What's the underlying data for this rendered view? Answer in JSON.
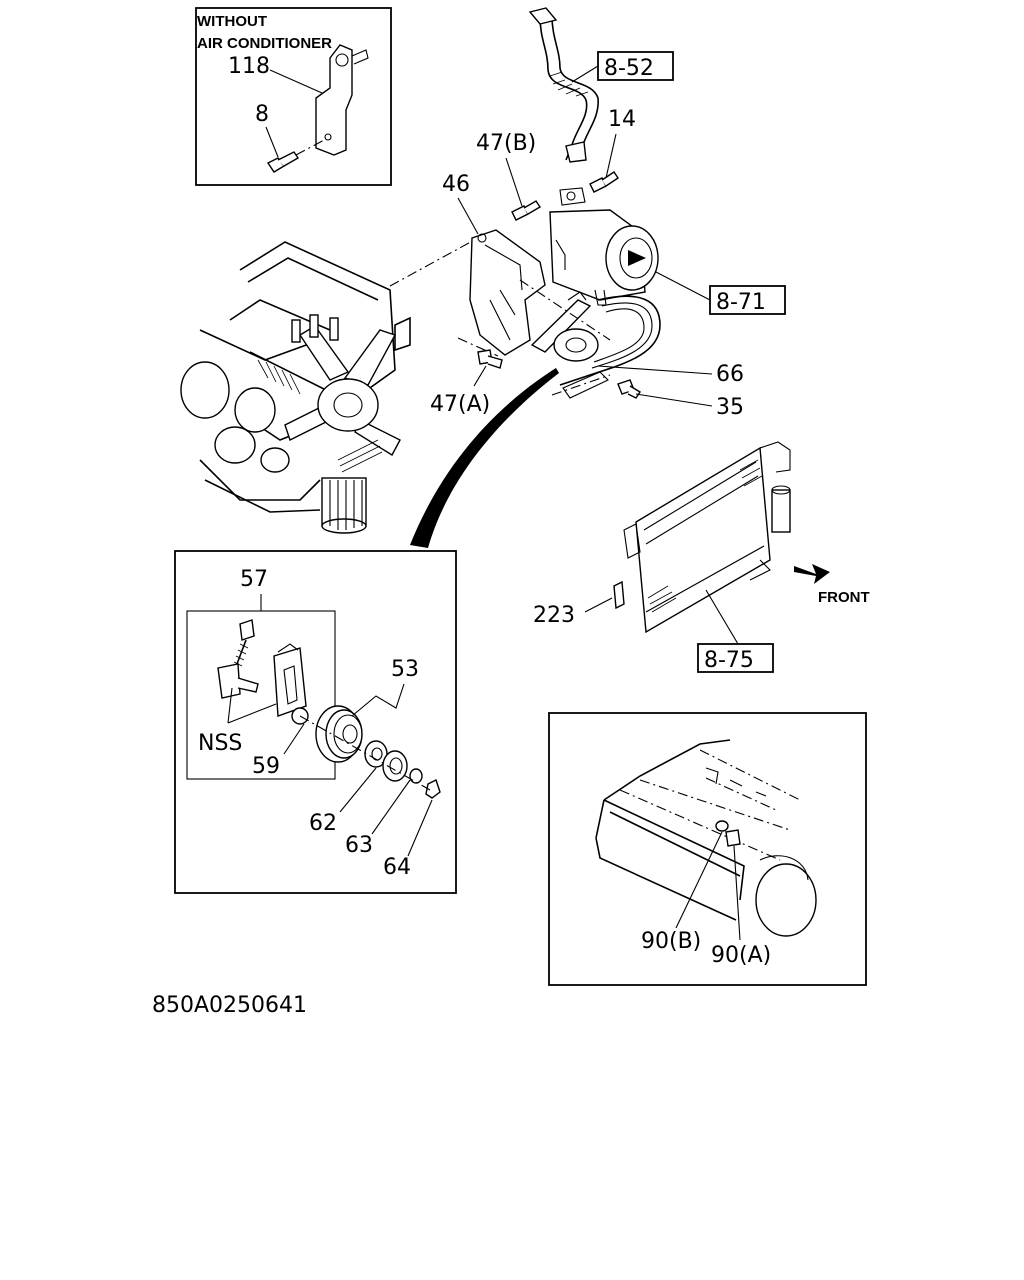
{
  "inset_without_ac": {
    "caption_line1": "WITHOUT",
    "caption_line2": "AIR CONDITIONER",
    "part_118": "118",
    "part_8": "8"
  },
  "main_view": {
    "ref_8_52": "8-52",
    "part_14": "14",
    "part_47b": "47(B)",
    "part_46": "46",
    "ref_8_71": "8-71",
    "part_66": "66",
    "part_35": "35",
    "part_47a": "47(A)"
  },
  "condenser_view": {
    "part_223": "223",
    "ref_8_75": "8-75",
    "front_label": "FRONT"
  },
  "idler_detail": {
    "part_57": "57",
    "part_53": "53",
    "nss_label": "NSS",
    "part_59": "59",
    "part_62": "62",
    "part_63": "63",
    "part_64": "64"
  },
  "bracket_detail": {
    "part_90b": "90(B)",
    "part_90a": "90(A)"
  },
  "drawing_number": "850A0250641",
  "colors": {
    "ink": "#000000",
    "paper": "#ffffff"
  }
}
